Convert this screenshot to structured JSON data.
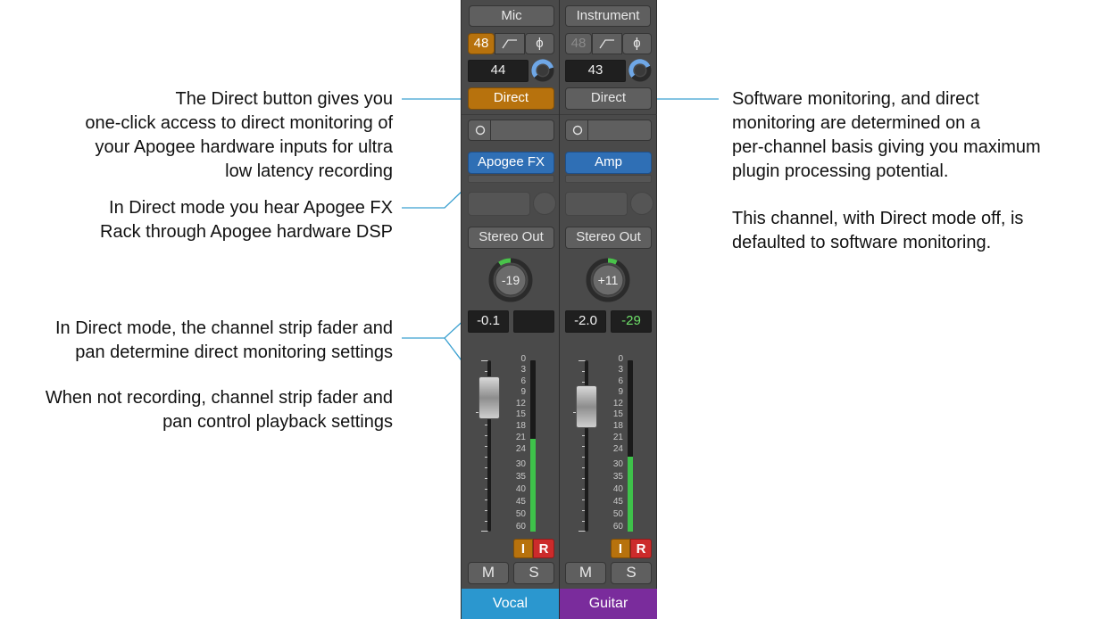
{
  "annotations": {
    "direct_button": [
      "The Direct button gives you",
      "one-click access to direct monitoring of",
      "your Apogee hardware inputs for ultra",
      "low latency recording"
    ],
    "direct_mode_fx": [
      "In Direct mode you hear Apogee FX",
      "Rack through Apogee hardware DSP"
    ],
    "fader_pan": [
      "In Direct mode, the channel strip fader and",
      "pan determine direct monitoring settings"
    ],
    "playback": [
      "When not recording, channel strip fader and",
      "pan control playback settings"
    ],
    "software_monitoring": [
      "Software monitoring, and direct",
      "monitoring are determined on a",
      "per-channel basis giving you maximum",
      "plugin processing potential."
    ],
    "direct_off": [
      "This channel, with Direct mode off, is",
      "defaulted to software monitoring."
    ]
  },
  "colors": {
    "orange": "#b7720d",
    "blue": "#2f6fb5",
    "vocal": "#2b97cf",
    "guitar": "#7a2c9c",
    "meter_green": "#3ec24a",
    "leader_line": "#3aa0d0"
  },
  "fader_scale": [
    "0",
    "3",
    "6",
    "9",
    "12",
    "15",
    "18",
    "21",
    "24",
    "30",
    "35",
    "40",
    "45",
    "50",
    "60"
  ],
  "channels": [
    {
      "input": "Mic",
      "phantom": "48",
      "phase": "ϕ",
      "gain": "44",
      "direct": "Direct",
      "direct_active": true,
      "fx": "Apogee FX",
      "output": "Stereo Out",
      "pan": "-19",
      "volume": "-0.1",
      "peak": "",
      "meter_level": 0.54,
      "fader_level": 0.78,
      "input_monitor": "I",
      "record": "R",
      "mute": "M",
      "solo": "S",
      "name": "Vocal"
    },
    {
      "input": "Instrument",
      "phantom": "48",
      "phase": "ϕ",
      "gain": "43",
      "direct": "Direct",
      "direct_active": false,
      "fx": "Amp",
      "output": "Stereo Out",
      "pan": "+11",
      "volume": "-2.0",
      "peak": "-29",
      "meter_level": 0.44,
      "fader_level": 0.73,
      "input_monitor": "I",
      "record": "R",
      "mute": "M",
      "solo": "S",
      "name": "Guitar"
    }
  ]
}
